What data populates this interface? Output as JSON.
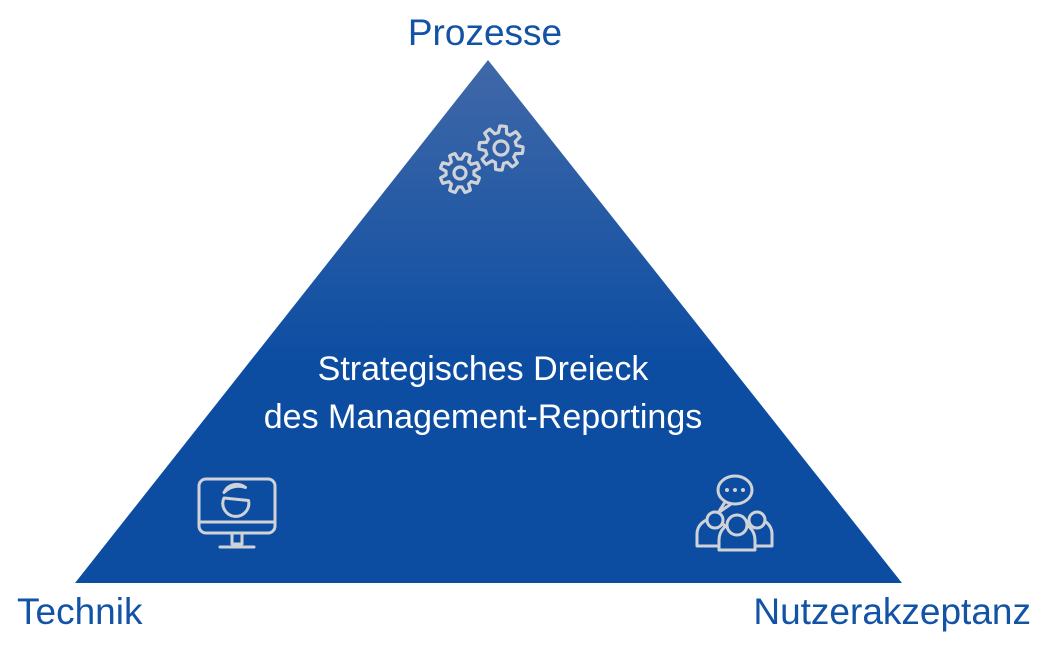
{
  "diagram": {
    "type": "strategic-triangle",
    "title": {
      "line1": "Strategisches Dreieck",
      "line2": "des Management-Reportings"
    },
    "corners": {
      "top": {
        "label": "Prozesse",
        "icon": "gears-icon"
      },
      "bottom_left": {
        "label": "Technik",
        "icon": "monitor-pie-chart-icon"
      },
      "bottom_right": {
        "label": "Nutzerakzeptanz",
        "icon": "people-speech-bubble-icon"
      }
    },
    "colors": {
      "label_text": "#1253a5",
      "title_text": "#ffffff",
      "triangle_gradient_top": "#4068a8",
      "triangle_gradient_bottom": "#0c4da2",
      "icon_stroke": "#cfd3d8"
    }
  }
}
